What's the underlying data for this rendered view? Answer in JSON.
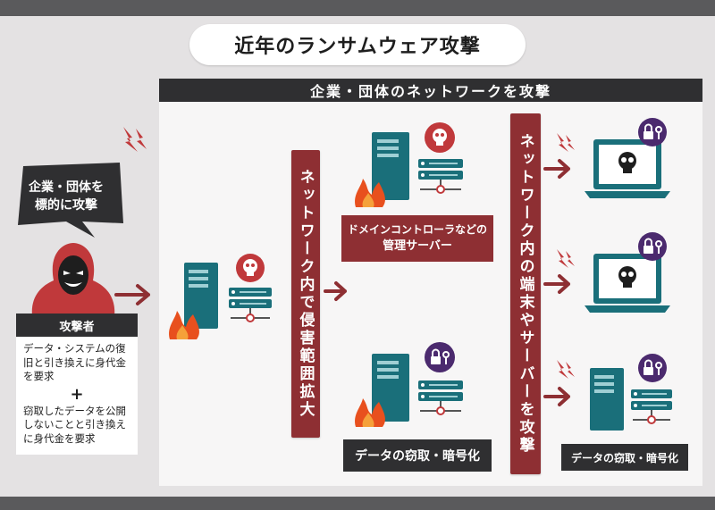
{
  "title": "近年のランサムウェア攻撃",
  "panel_header": "企業・団体のネットワークを攻撃",
  "bubble": {
    "line1": "企業・団体を",
    "line2": "標的に攻撃"
  },
  "attacker": {
    "label": "攻撃者",
    "demand1": "データ・システムの復旧と引き換えに身代金を要求",
    "plus": "+",
    "demand2": "窃取したデータを公開しないことと引き換えに身代金を要求"
  },
  "spread_bar": "ネットワーク内で侵害範囲拡大",
  "dc_box": {
    "line1": "ドメインコントローラなどの",
    "line2": "管理サーバー"
  },
  "attack_bar": "ネットワーク内の端末やサーバーを攻撃",
  "steal1": "データの窃取・暗号化",
  "steal2": "データの窃取・暗号化",
  "colors": {
    "red": "#8e2f33",
    "teal": "#1a6f7a",
    "dark": "#2f2f31",
    "purple": "#4b2a6e",
    "flame": "#e8501e"
  }
}
